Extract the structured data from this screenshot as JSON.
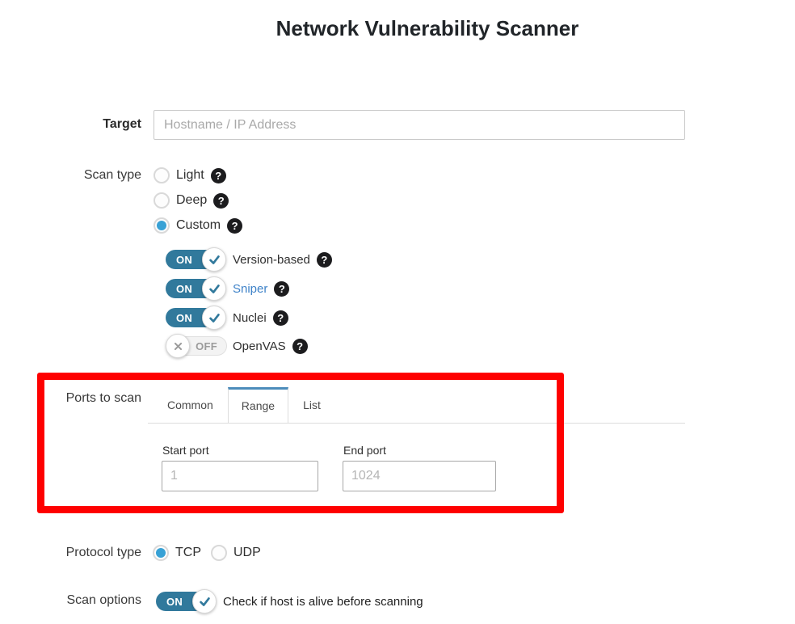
{
  "title": "Network Vulnerability Scanner",
  "help_icon": "?",
  "colors": {
    "toggle_on": "#31799c",
    "radio_selected": "#38a1d5",
    "tab_accent": "#4c8cbb",
    "link": "#3e82c8",
    "annotation": "#fe0000"
  },
  "target": {
    "label": "Target",
    "placeholder": "Hostname / IP Address",
    "value": ""
  },
  "scan_type": {
    "label": "Scan type",
    "selected": "Custom",
    "options": [
      {
        "label": "Light"
      },
      {
        "label": "Deep"
      },
      {
        "label": "Custom"
      }
    ],
    "tools": [
      {
        "label": "Version-based",
        "state": "ON"
      },
      {
        "label": "Sniper",
        "state": "ON"
      },
      {
        "label": "Nuclei",
        "state": "ON"
      },
      {
        "label": "OpenVAS",
        "state": "OFF"
      }
    ]
  },
  "ports": {
    "label": "Ports to scan",
    "active_tab": "Range",
    "tabs": [
      {
        "label": "Common"
      },
      {
        "label": "Range"
      },
      {
        "label": "List"
      }
    ],
    "start_port": {
      "label": "Start port",
      "placeholder": "1",
      "value": ""
    },
    "end_port": {
      "label": "End port",
      "placeholder": "1024",
      "value": ""
    }
  },
  "protocol": {
    "label": "Protocol type",
    "selected": "TCP",
    "options": [
      {
        "label": "TCP"
      },
      {
        "label": "UDP"
      }
    ]
  },
  "scan_options": {
    "label": "Scan options",
    "toggle_state": "ON",
    "text": "Check if host is alive before scanning"
  }
}
